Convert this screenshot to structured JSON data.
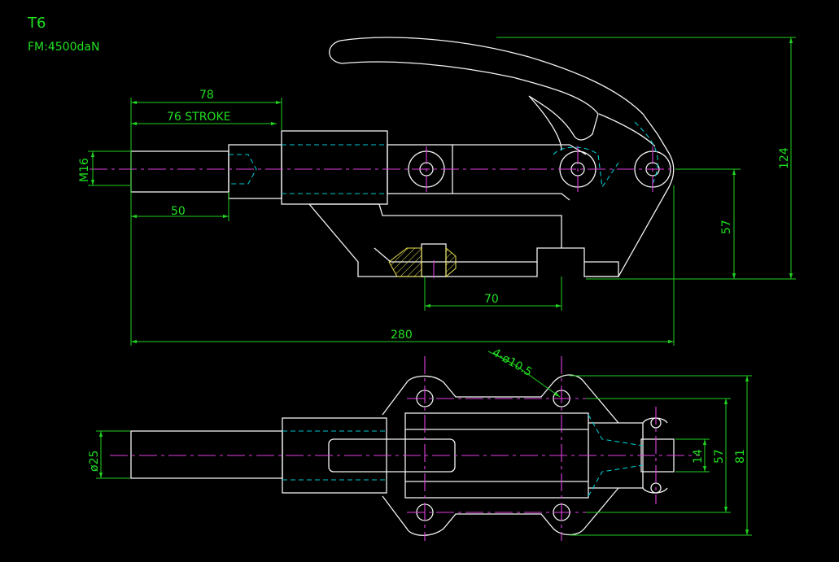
{
  "drawing": {
    "title": "T6",
    "force": "FM:4500daN",
    "colors": {
      "outline": "#f2f2f2",
      "hidden": "#00c8d0",
      "center": "#e040e0",
      "dimension": "#20d020",
      "hatch": "#e8e050",
      "background": "#000000"
    }
  },
  "side_view": {
    "dims": {
      "overall_length": "78",
      "stroke": "76 STROKE",
      "thread": "M16",
      "thread_length": "50",
      "pin_spacing": "70",
      "total_length": "280",
      "height_to_pin": "57",
      "overall_height": "124"
    }
  },
  "top_view": {
    "dims": {
      "holes": "4-ø10.5",
      "rod_dia": "ø25",
      "slot": "14",
      "hole_spacing": "57",
      "base_width": "81"
    }
  }
}
